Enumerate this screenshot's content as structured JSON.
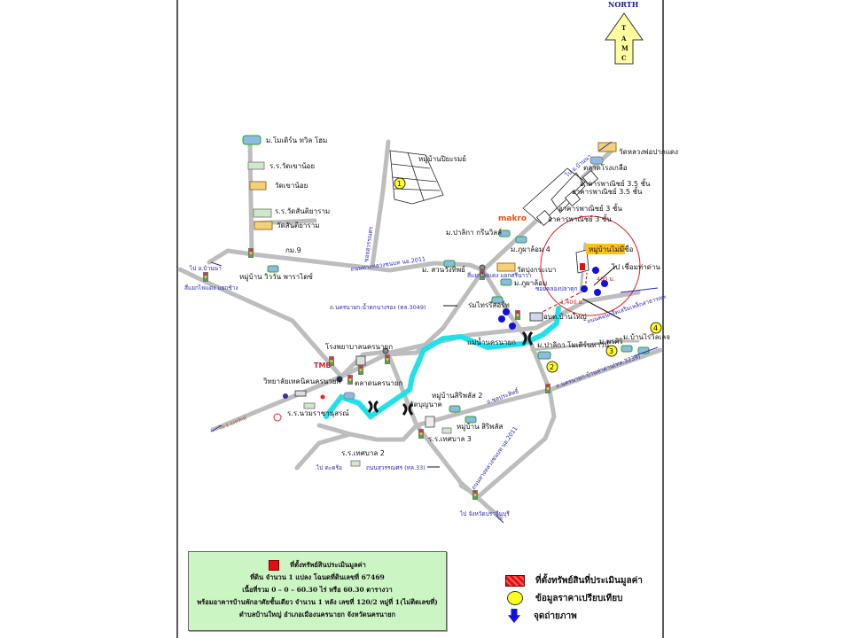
{
  "north_arrow": {
    "label": "NORTH",
    "letters": [
      "T",
      "A",
      "M",
      "C"
    ]
  },
  "colors": {
    "road": "#bdbdbd",
    "river": "#22e0e8",
    "road_label": "#2a2ab8",
    "subject": "#e01010",
    "comparable": "#ffff20",
    "photo_point": "#1010e0",
    "legend_bg": "#ccf5c4",
    "village_label_bg": "#ffc20e"
  },
  "places": {
    "modern_twin_home": "ม.โมเดิร์น ทวิล โฮม",
    "school_khao_noi": "ร.ร.วัดเขาน้อย",
    "wat_khao_noi": "วัดเขาน้อย",
    "school_santiyaram": "ร.ร.วัดสันติยาราม",
    "wat_santiyaram": "วัดสันติยาราม",
    "km9": "กม.9",
    "wiwan_paradise": "หมู่บ้าน วิววัน พาราไดซ์",
    "to_ban_na": "ไป อ.บ้านนา",
    "ban_na_junction": "สี่แยกไฟแดง แยกช้าง",
    "piyarom": "หมู่บ้านปิยะรมย์",
    "road_khaosuwan": "ซอยสุวรรณศร",
    "makro": "makro",
    "palika_green": "ม.ปาลิกา กรีนวิลล์",
    "phuphalom4": "ม.ภูผาล้อม 4",
    "wat_bung_krabao": "วัดบุ่งกระเบา",
    "phuphalom": "ม.ภูผาล้อม",
    "suan_wang_thip": "ม. สวนวังทิพย์",
    "road_2011_a": "ถนนทางหลวงชนบท นย.2011",
    "junction_sriphen": "สี่แยกไฟแดง แยกศรีนาวา",
    "road_3049": "ถ.นครนายก-น้ำตกนางรอง (ทล.3049)",
    "romsai": "ร่มไทรรีสอร์ท",
    "wat_luang_pho": "วัดหลวงพ่อปากแดง",
    "talad_rong_kluea": "ตลาดโรงเกลือ",
    "shop_35_a": "อาคารพาณิชย์ 3.5 ชั้น",
    "shop_35_b": "อาคารพาณิชย์ 3.5 ชั้น",
    "shop_3_a": "อาคารพาณิชย์ 3 ชั้น",
    "shop_3_b": "อาคารพาณิชย์ 3 ชั้น",
    "road_to_ban_na_ne": "ไป อ.บ้านนา",
    "village_mai_mi_chue": "หมู่บ้านไม่มีชื่อ",
    "to_thadan": "ไป เชื่อมท่าด่าน",
    "dist_400": "400 ม.",
    "dist_1400": "1,400 ม.",
    "soi_khlong": "ซอยคลองปลาดุก",
    "road_concrete": "ถนนคอนกรีตเสริมเหล็กสาธารณะ",
    "obt_ban_yai": "อบต.บ้านใหญ่",
    "river": "แม่น้ำนครนายก",
    "palika_modern": "ม.ปาลิกา โมเดิร์นทาวน์",
    "phonsiri": "ม.พรศิริ",
    "ban_rai_villa": "ม.บ้านไร่วิลเลจ",
    "road_3239": "ถ.นครนายก-บ้านท่าด่าน(ทล.3239)",
    "hospital": "โรงพยาบาลนครนายก",
    "tmb": "TMB",
    "technical_college": "วิทยาลัยเทคนิคนครนายก",
    "market": "ตลาดนครนายก",
    "school_nawamin": "ร.ร.นวมราชานุสรณ์",
    "to_ongkharak": "ไป อ.องครักษ์",
    "school_tessaban2": "ร.ร.เทศบาล 2",
    "to_tako": "ไป ตะคร้อ",
    "road_33": "ถนนสุวรรณศร (ทล.33)",
    "siriphon2": "หมู่บ้านสิริพลัส 2",
    "wat_bunnak": "วัดบุญนาค",
    "siriphon": "หมู่บ้าน สิริพลัส",
    "school_tessaban3": "ร.ร.เทศบาล 3",
    "road_chon": "ถ.ชลประสิทธิ์",
    "road_2011_b": "ถนนทางหลวงชนบท นย.2011",
    "to_prachinburi": "ไป จังหวัดปราจีนบุรี"
  },
  "markers": {
    "comparables": [
      "1",
      "2",
      "3",
      "4"
    ],
    "photo_points": [
      "1",
      "2",
      "3",
      "4",
      "5",
      "6"
    ]
  },
  "info_box": {
    "title": "ที่ตั้งทรัพย์สินประเมินมูลค่า",
    "line1": "ที่ดิน จำนวน  1  แปลง   โฉนดที่ดินเลขที่ 67469",
    "line2": "เนื้อที่รวม   0 – 0 – 60.30   ไร่   หรือ 60.30   ตารางวา",
    "line3": "พร้อมอาคารบ้านพักอาศัยชั้นเดียว   จำนวน  1  หลัง  เลขที่  120/2 หมู่ที่ 1(ไม่ติดเลขที่)",
    "line4": "ตำบลบ้านใหญ่  อำเภอเมืองนครนายก   จังหวัดนครนายก"
  },
  "legend": [
    {
      "icon": "subject-property",
      "label": "ที่ตั้งทรัพย์สินที่ประเมินมูลค่า"
    },
    {
      "icon": "comparable-circle",
      "label": "ข้อมูลราคาเปรียบเทียบ"
    },
    {
      "icon": "photo-point",
      "label": "จุดถ่ายภาพ"
    }
  ]
}
